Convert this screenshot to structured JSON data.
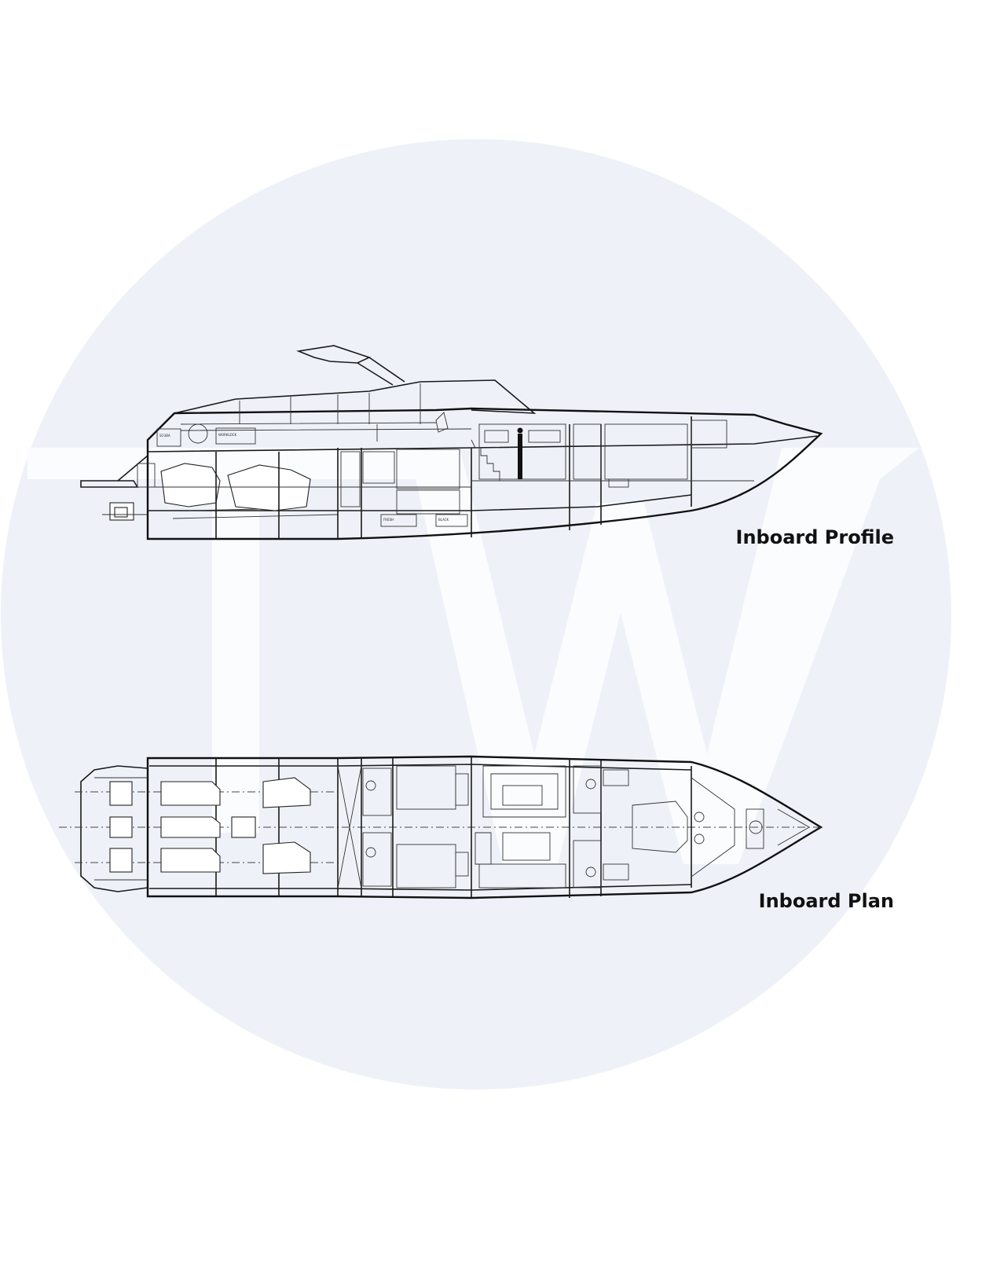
{
  "watermark": {
    "letters": "TW",
    "circle_color": "#eef2f8",
    "letter_color": "#fbfcfe"
  },
  "profile": {
    "caption": "Inboard Profile"
  },
  "plan": {
    "caption": "Inboard Plan"
  },
  "colors": {
    "line": "#1a1a1a",
    "background": "#ffffff"
  }
}
